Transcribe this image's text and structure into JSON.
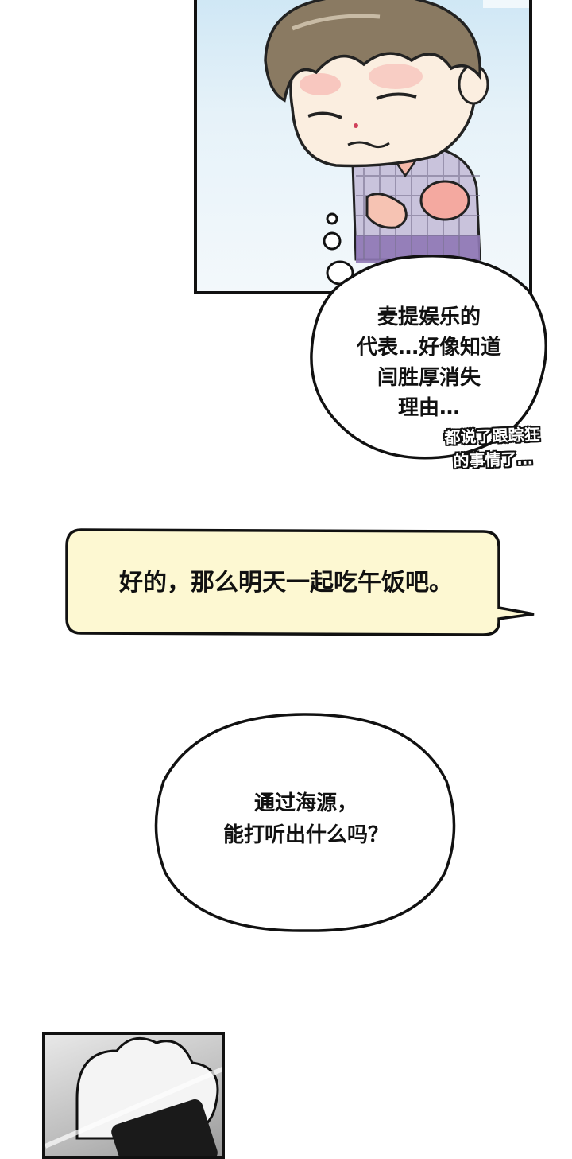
{
  "thought_bubble": {
    "text": "麦提娱乐的\n代表…好像知道\n闫胜厚消失\n理由…"
  },
  "aside": {
    "text": "都说了跟踪狂\n的事情了…"
  },
  "yellow_bubble": {
    "text": "好的，那么明天一起吃午饭吧。"
  },
  "round_bubble": {
    "text": "通过海源，\n能打听出什么吗？"
  },
  "colors": {
    "yellow_bubble_fill": "#fdf8d2",
    "panel_sky": "#cfe7f5",
    "hair": "#8a7a62",
    "shirt": "#c9c3dc"
  }
}
